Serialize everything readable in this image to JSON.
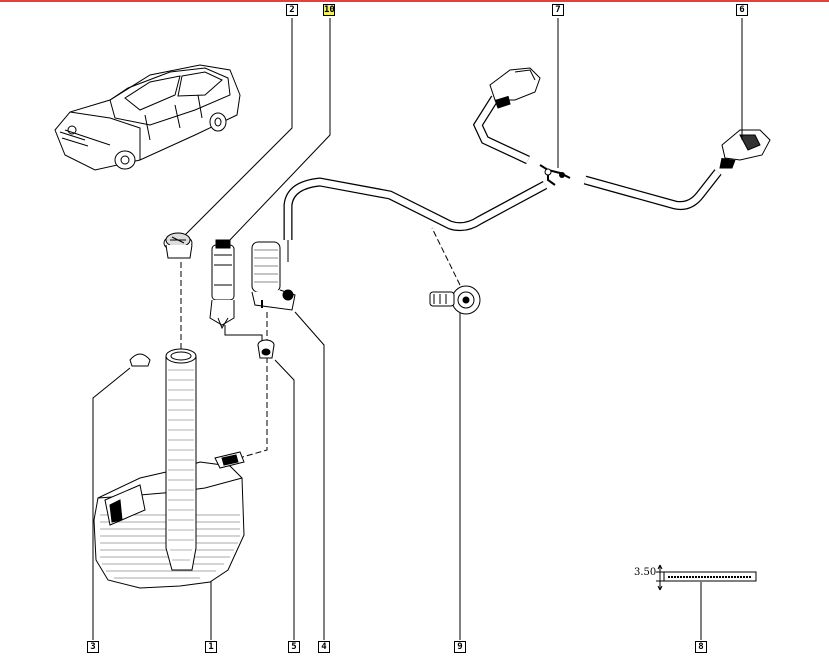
{
  "callouts": {
    "c2": "2",
    "c10": "10",
    "c7": "7",
    "c6": "6",
    "c3": "3",
    "c1": "1",
    "c5": "5",
    "c4": "4",
    "c9": "9",
    "c8": "8"
  },
  "highlight_color": "#f0f060",
  "dimension_label": "3.50"
}
